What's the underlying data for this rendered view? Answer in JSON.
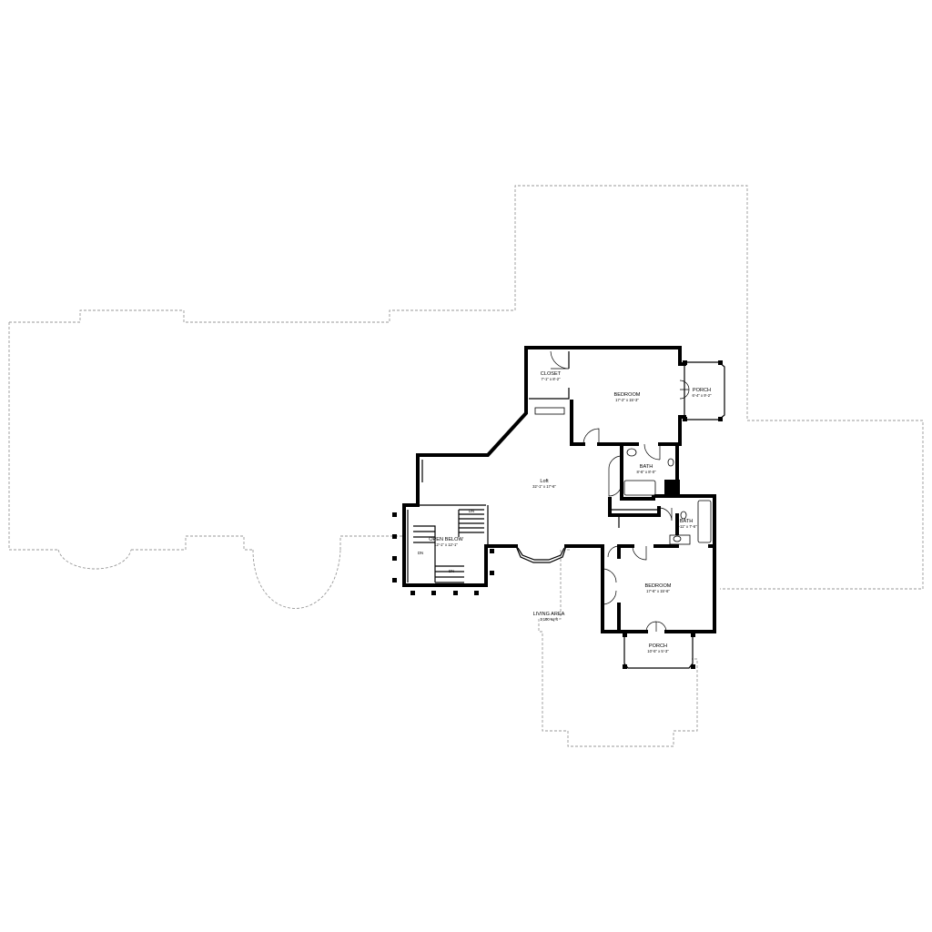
{
  "rooms": {
    "closet": {
      "name": "CLOSET",
      "dims": "7'-1\" x 8'-2\""
    },
    "bedroom_top": {
      "name": "BEDROOM",
      "dims": "17'-2\" x 15'-3\""
    },
    "porch_top": {
      "name": "PORCH",
      "dims": "6'-4\" x 9'-2\""
    },
    "bath_top": {
      "name": "BATH",
      "dims": "8'-6\" x 8'-0\""
    },
    "loft": {
      "name": "Loft",
      "dims": "32'-1\" x 17'-6\""
    },
    "bath_right": {
      "name": "BATH",
      "dims": "8'-11\" x 7'-6\""
    },
    "open_below": {
      "name": "OPEN BELOW",
      "dims": "12'-1\" x 12'-1\""
    },
    "bedroom_bottom": {
      "name": "BEDROOM",
      "dims": "17'-6\" x 15'-6\""
    },
    "porch_bottom": {
      "name": "PORCH",
      "dims": "10'-5\" x 5'-3\""
    }
  },
  "stairs": {
    "dn1": "DN",
    "dn2": "DN",
    "dn3": "DN"
  },
  "living_area": {
    "title": "LIVING AREA",
    "value": "1,100 sq ft"
  }
}
